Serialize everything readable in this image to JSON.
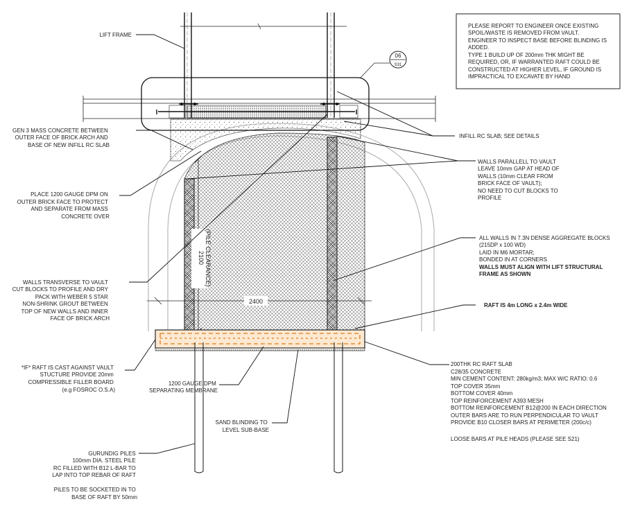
{
  "notes_box": {
    "lines": [
      "PLEASE REPORT TO ENGINEER ONCE EXISTING",
      "SPOIL/WASTE IS REMOVED FROM VAULT.",
      "ENGINEER TO INSPECT BASE BEFORE BLINDING IS",
      "ADDED.",
      "TYPE 1 BUILD UP OF 200mm THK MIGHT BE",
      "REQUIRED, OR, IF WARRANTED RAFT COULD BE",
      "CONSTRUCTED AT HIGHER LEVEL, IF GROUND IS",
      "IMPRACTICAL TO EXCAVATE BY HAND"
    ]
  },
  "detail_ref": {
    "number": "06",
    "sheet": "S31"
  },
  "dimensions": {
    "width": "2400",
    "height": "2100",
    "height_note": "(PILE CLEARANCE)"
  },
  "labels": {
    "lift_frame": [
      "LIFT FRAME"
    ],
    "gen3": [
      "GEN 3 MASS CONCRETE BETWEEN",
      "OUTER FACE OF BRICK ARCH AND",
      "BASE OF NEW INFILL RC SLAB"
    ],
    "dpm_outer": [
      "PLACE 1200 GAUGE DPM ON",
      "OUTER BRICK FACE TO PROTECT",
      "AND SEPARATE FROM MASS",
      "CONCRETE OVER"
    ],
    "walls_transverse": [
      "WALLS TRANSVERSE TO VAULT",
      "CUT BLOCKS TO PROFILE AND DRY",
      "PACK WITH WEBER 5 STAR",
      "NON-SHRINK GROUT BETWEEN",
      "TOP OF NEW WALLS AND INNER",
      "FACE OF BRICK ARCH"
    ],
    "if_raft": [
      "*IF* RAFT IS CAST AGAINST VAULT",
      "STUCTURE PROVIDE 20mm",
      "COMPRESSIBLE FILLER BOARD",
      "(e.g FOSROC O.S.A)"
    ],
    "dpm_sep": [
      "1200 GAUGE DPM",
      "SEPARATING MEMBRANE"
    ],
    "sand": [
      "SAND BLINDING TO",
      "LEVEL SUB-BASE"
    ],
    "piles": [
      "GURUNDIG PILES",
      "100mm DIA. STEEL PILE",
      "RC FILLED WITH B12 L-BAR TO",
      "LAP INTO TOP REBAR OF RAFT",
      "",
      "PILES TO BE SOCKETED IN TO",
      "BASE OF RAFT BY 50mm"
    ],
    "infill_slab": [
      "INFILL RC SLAB; SEE DETAILS"
    ],
    "walls_parallel": [
      "WALLS PARALLELL TO VAULT",
      "LEAVE 10mm GAP AT HEAD OF",
      "WALLS (10mm CLEAR FROM",
      "BRICK FACE OF VAULT);",
      "NO NEED TO CUT BLOCKS TO",
      "PROFILE"
    ],
    "all_walls": [
      "ALL WALLS IN 7.3N DENSE AGGREGATE BLOCKS",
      "(215DP x 100 WD)",
      "LAID IN M6 MORTAR;",
      "BONDED IN AT CORNERS"
    ],
    "all_walls_bold": [
      "WALLS MUST ALIGN WITH LIFT STRUCTURAL",
      "FRAME AS SHOWN"
    ],
    "raft_size": [
      "RAFT IS 4m LONG x 2.4m WIDE"
    ],
    "raft_slab": [
      "200THK RC RAFT SLAB",
      "C28/35 CONCRETE",
      "MIN CEMENT CONTENT: 280kg/m3; MAX W/C RATIO: 0.6",
      "TOP COVER 35mm",
      "BOTTOM COVER 40mm",
      "TOP REINFORCEMENT A393 MESH",
      "BOTTOM REINFORCEMENT B12@200 IN EACH DIRECTION",
      "OUTER BARS ARE TO RUN PERPENDICULAR TO VAULT",
      "PROVIDE B10 CLOSER BARS AT PERIMETER (200c/c)",
      "",
      "LOOSE BARS AT PILE HEADS (PLEASE SEE S21)"
    ]
  },
  "colors": {
    "line": "#111111",
    "arch": "#aaaaaa",
    "rebar_dash": "#e07b1a",
    "raft_fill": "#fde9d2"
  }
}
